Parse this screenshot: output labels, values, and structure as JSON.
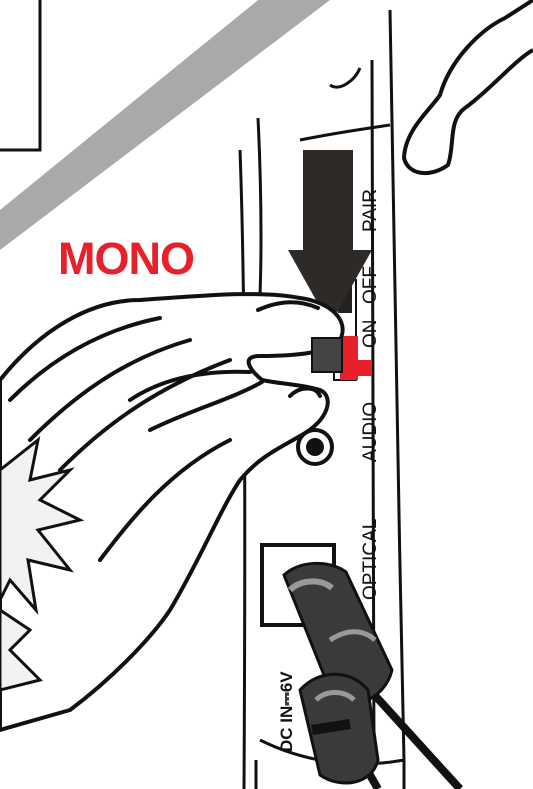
{
  "callout": {
    "text": "MONO",
    "color": "#e8202a"
  },
  "panel_labels": {
    "pair": "PAIR",
    "off": "OFF",
    "on": "ON",
    "audio": "AUDIO",
    "optical": "OPTICAL",
    "dc_in": "DC IN⎓6V"
  },
  "colors": {
    "ink": "#111111",
    "switch_red": "#e8202a",
    "arrow": "#2e2a28",
    "band": "#a9a9a9"
  },
  "icons": [
    "downward-arrow-icon",
    "hand-icon",
    "optical-plug-icon",
    "dc-plug-icon"
  ]
}
